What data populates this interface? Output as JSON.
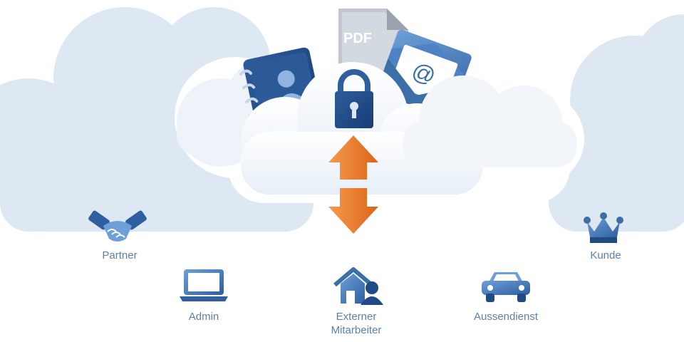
{
  "diagram": {
    "documents": {
      "pdf_label": "PDF",
      "email_symbol": "@"
    },
    "center": {
      "lock": "lock-icon",
      "arrow_up": "arrow-up-icon",
      "arrow_down": "arrow-down-icon",
      "arrow_color": "#e9772a"
    },
    "nodes": [
      {
        "id": "partner",
        "icon": "handshake-icon",
        "label": "Partner"
      },
      {
        "id": "admin",
        "icon": "laptop-icon",
        "label": "Admin"
      },
      {
        "id": "externer-mitarbeiter",
        "icon": "home-office-icon",
        "label_line1": "Externer",
        "label_line2": "Mitarbeiter"
      },
      {
        "id": "aussendienst",
        "icon": "car-icon",
        "label": "Aussendienst"
      },
      {
        "id": "kunde",
        "icon": "crown-icon",
        "label": "Kunde"
      }
    ],
    "colors": {
      "cloud_back": "#dce7f3",
      "cloud_front": "#f4f8fc",
      "icon_blue": "#3b6fa8",
      "icon_dark": "#1f4a86",
      "text": "#5e7fa8"
    }
  }
}
